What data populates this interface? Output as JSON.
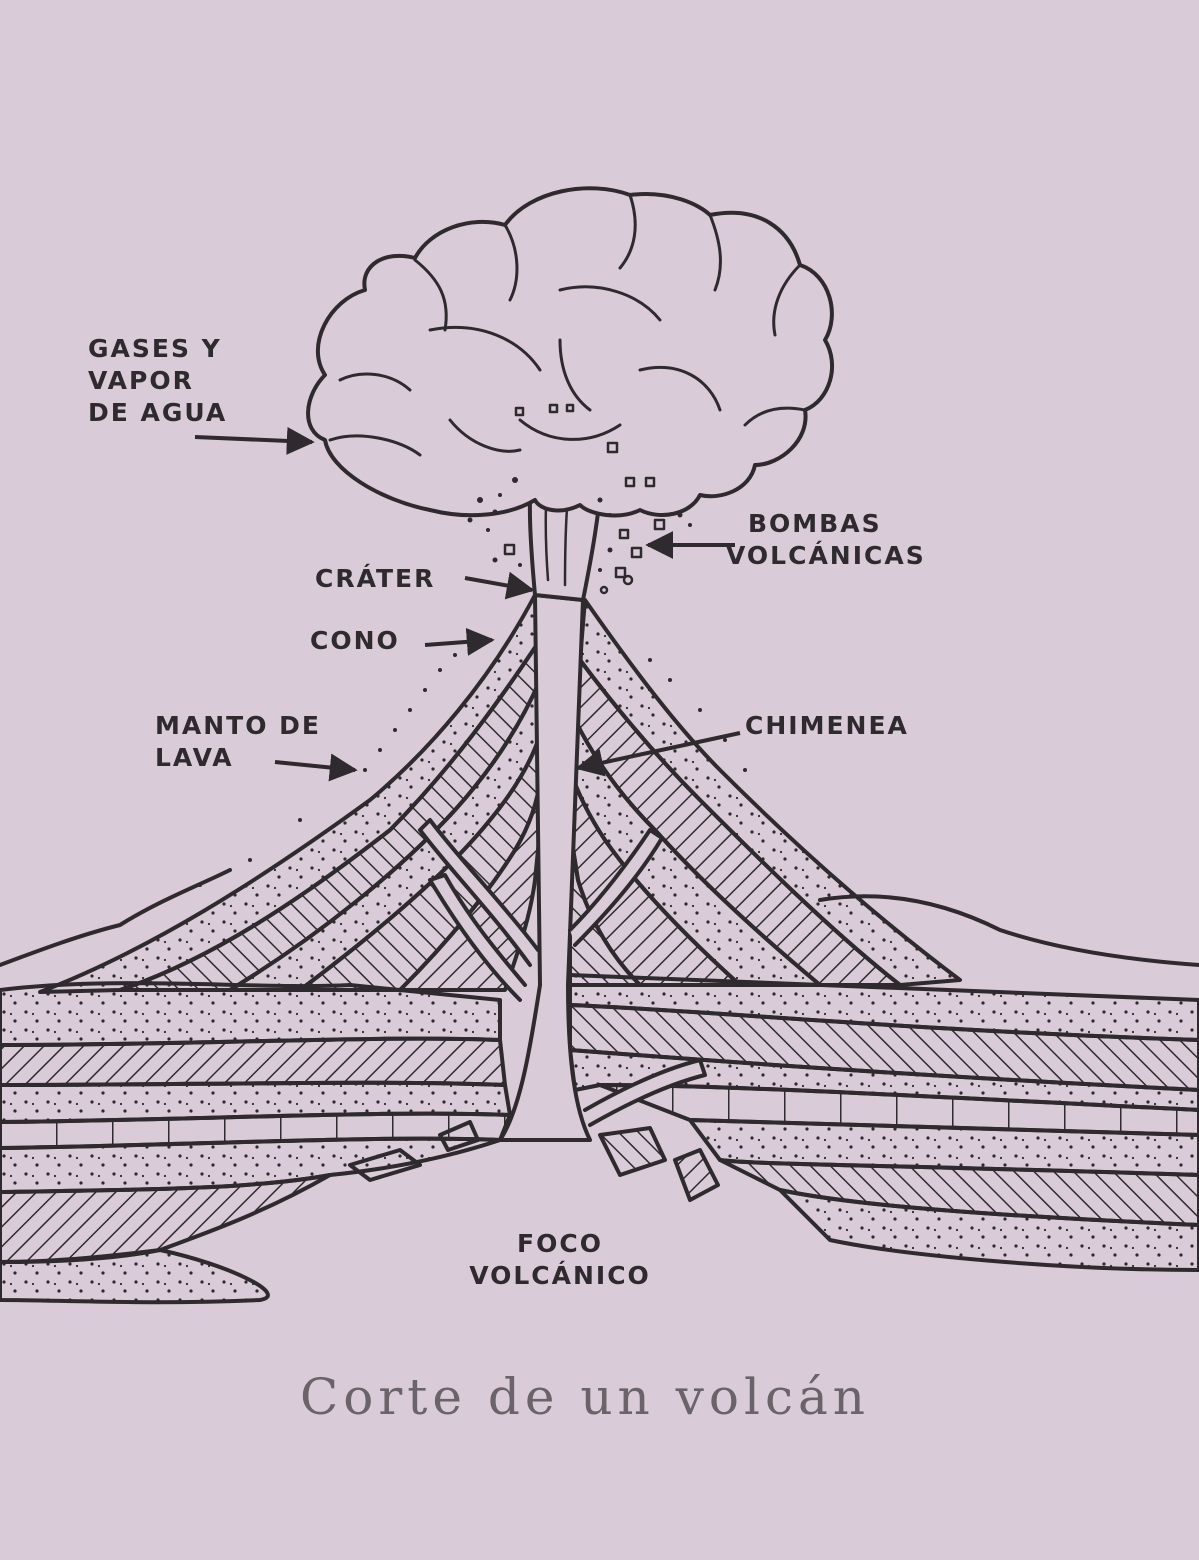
{
  "colors": {
    "paper": "#d9ccd8",
    "ink": "#2e2a2e",
    "caption": "#6a6369"
  },
  "labels": {
    "gases": [
      "GASES Y",
      "VAPOR",
      "DE AGUA"
    ],
    "bombas": [
      "BOMBAS",
      "VOLCÁNICAS"
    ],
    "crater": "CRÁTER",
    "cono": "CONO",
    "manto": [
      "MANTO DE",
      "LAVA"
    ],
    "chimenea": "CHIMENEA",
    "foco": [
      "FOCO",
      "VOLCÁNICO"
    ]
  },
  "caption": "Corte de un volcán"
}
